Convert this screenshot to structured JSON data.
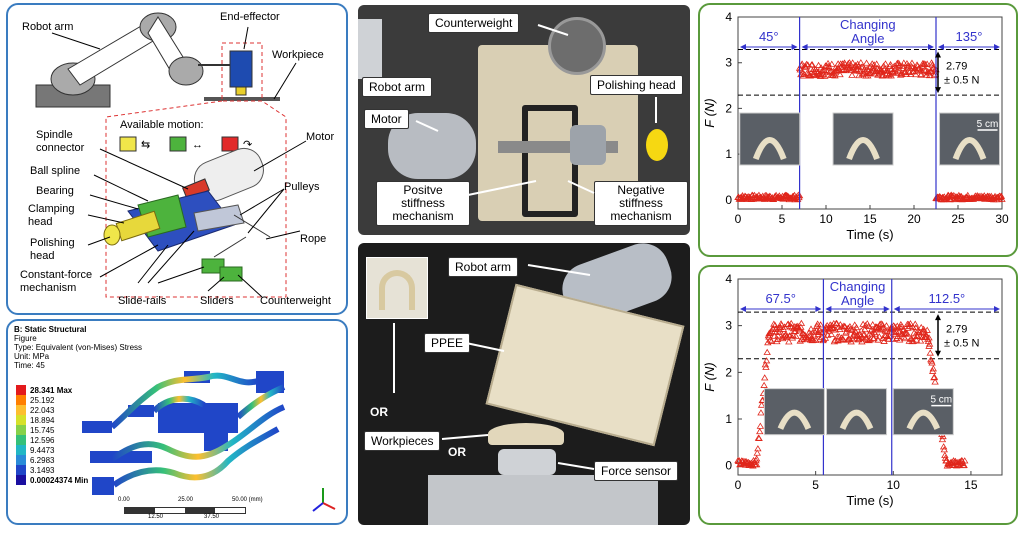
{
  "mech": {
    "robot_arm": "Robot arm",
    "end_effector": "End-effector",
    "workpiece": "Workpiece",
    "available_motion": "Available motion:",
    "spindle_connector": "Spindle connector",
    "motor": "Motor",
    "ball_spline": "Ball spline",
    "pulleys": "Pulleys",
    "bearing": "Bearing",
    "clamping_head": "Clamping head",
    "rope": "Rope",
    "polishing_head": "Polishing head",
    "constant_force": "Constant-force mechanism",
    "slide_rails": "Slide-rails",
    "sliders": "Sliders",
    "counterweight": "Counterweight"
  },
  "fea": {
    "title": "B: Static Structural",
    "line1": "Figure",
    "line2": "Type: Equivalent (von-Mises) Stress",
    "line3": "Unit: MPa",
    "line4": "Time: 45",
    "legend": [
      "28.341 Max",
      "25.192",
      "22.043",
      "18.894",
      "15.745",
      "12.596",
      "9.4473",
      "6.2983",
      "3.1493",
      "0.00024374 Min"
    ],
    "legend_colors": [
      "#e31a1c",
      "#ff7f00",
      "#fdbf2f",
      "#d6e12a",
      "#86d14a",
      "#35c07a",
      "#22b7c5",
      "#2a8bd8",
      "#2046c8",
      "#1a0fa0"
    ],
    "scale_ticks": [
      "0.00",
      "25.00",
      "50.00 (mm)"
    ],
    "scale_ticks2": [
      "12.50",
      "37.50"
    ]
  },
  "photo_top": {
    "counterweight": "Counterweight",
    "robot_arm": "Robot arm",
    "polishing_head": "Polishing head",
    "motor": "Motor",
    "positive": "Positve stiffness mechanism",
    "negative": "Negative stiffness mechanism"
  },
  "photo_bottom": {
    "robot_arm": "Robot arm",
    "ppee": "PPEE",
    "or1": "OR",
    "or2": "OR",
    "workpieces": "Workpieces",
    "force_sensor": "Force sensor"
  },
  "chart_data": [
    {
      "type": "scatter",
      "xlabel": "Time (s)",
      "ylabel": "F (N)",
      "xlim": [
        0,
        30
      ],
      "ylim": [
        -0.2,
        4
      ],
      "xticks": [
        0,
        5,
        10,
        15,
        20,
        25,
        30
      ],
      "yticks": [
        0,
        1,
        2,
        3,
        4
      ],
      "vlines": [
        7,
        22.5
      ],
      "hlines": [
        3.29,
        2.29
      ],
      "regions": [
        {
          "label": "45°",
          "x": [
            0,
            7
          ]
        },
        {
          "label": "Changing Angle",
          "x": [
            7,
            22.5
          ]
        },
        {
          "label": "135°",
          "x": [
            22.5,
            30
          ]
        }
      ],
      "annotation": [
        "2.79",
        "± 0.5 N"
      ],
      "scale_label": "5 cm",
      "segments": [
        {
          "x": [
            0,
            7
          ],
          "mean": 0.05,
          "noise": 0.05
        },
        {
          "x": [
            7,
            22.5
          ],
          "mean": 2.85,
          "noise": 0.15
        },
        {
          "x": [
            22.5,
            30
          ],
          "mean": 0.05,
          "noise": 0.05
        }
      ],
      "marker_color": "#e0261b"
    },
    {
      "type": "scatter",
      "xlabel": "Time (s)",
      "ylabel": "F (N)",
      "xlim": [
        0,
        17
      ],
      "ylim": [
        -0.2,
        4
      ],
      "xticks": [
        0,
        5,
        10,
        15
      ],
      "yticks": [
        0,
        1,
        2,
        3,
        4
      ],
      "vlines": [
        5.5,
        9.9
      ],
      "hlines": [
        3.29,
        2.29
      ],
      "regions": [
        {
          "label": "67.5°",
          "x": [
            0,
            5.5
          ]
        },
        {
          "label": "Changing Angle",
          "x": [
            5.5,
            9.9
          ]
        },
        {
          "label": "112.5°",
          "x": [
            9.9,
            17
          ]
        }
      ],
      "annotation": [
        "2.79",
        "± 0.5 N"
      ],
      "scale_label": "5 cm",
      "segments": [
        {
          "x": [
            0,
            1.2
          ],
          "mean": 0.05,
          "noise": 0.06
        },
        {
          "x": [
            1.2,
            2.0
          ],
          "ramp": [
            0.1,
            2.9
          ],
          "noise": 0.1
        },
        {
          "x": [
            2.0,
            12.3
          ],
          "mean": 2.85,
          "noise": 0.2
        },
        {
          "x": [
            12.3,
            13.4
          ],
          "ramp": [
            2.6,
            0.1
          ],
          "noise": 0.1
        },
        {
          "x": [
            13.4,
            14.6
          ],
          "mean": 0.05,
          "noise": 0.06
        }
      ],
      "marker_color": "#e0261b"
    }
  ]
}
